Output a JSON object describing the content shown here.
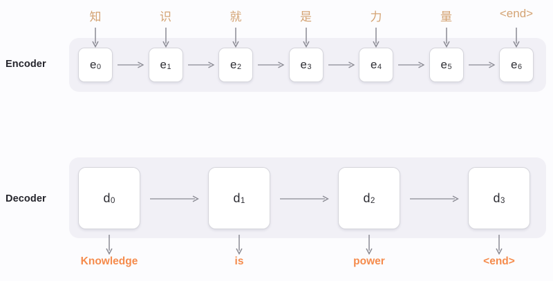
{
  "diagram": {
    "title": "Encoder-Decoder sequence diagram",
    "colors": {
      "page_background": "#FCFCFE",
      "band_background": "#F1F0F6",
      "cell_background": "#FFFFFF",
      "cell_border": "#D5D5DB",
      "input_token": "#D4A373",
      "output_token": "#F58B4C",
      "arrow": "#8A8A93",
      "row_label": "#24242B"
    }
  },
  "encoder": {
    "row_label": "Encoder",
    "inputs": [
      {
        "label": "知"
      },
      {
        "label": "识"
      },
      {
        "label": "就"
      },
      {
        "label": "是"
      },
      {
        "label": "力"
      },
      {
        "label": "量"
      },
      {
        "label": "<end>"
      }
    ],
    "cells": [
      {
        "base": "e",
        "sub": "0"
      },
      {
        "base": "e",
        "sub": "1"
      },
      {
        "base": "e",
        "sub": "2"
      },
      {
        "base": "e",
        "sub": "3"
      },
      {
        "base": "e",
        "sub": "4"
      },
      {
        "base": "e",
        "sub": "5"
      },
      {
        "base": "e",
        "sub": "6"
      }
    ]
  },
  "decoder": {
    "row_label": "Decoder",
    "cells": [
      {
        "base": "d",
        "sub": "0"
      },
      {
        "base": "d",
        "sub": "1"
      },
      {
        "base": "d",
        "sub": "2"
      },
      {
        "base": "d",
        "sub": "3"
      }
    ],
    "outputs": [
      {
        "label": "Knowledge"
      },
      {
        "label": "is"
      },
      {
        "label": "power"
      },
      {
        "label": "<end>"
      }
    ]
  }
}
